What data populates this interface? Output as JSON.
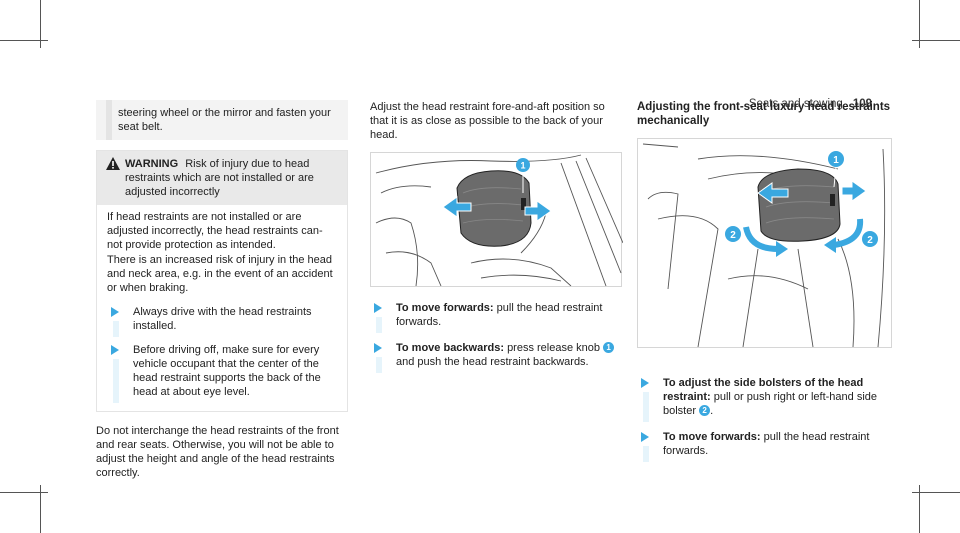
{
  "header": {
    "section": "Seats and stowing",
    "page": "109"
  },
  "col1": {
    "continued_text": "steering wheel or the mirror and fasten your seat belt.",
    "warning": {
      "title": "WARNING",
      "title_text": "Risk of injury due to head restraints which are not installed or are adjusted incorrectly",
      "body1": "If head restraints are not installed or are adjusted incorrectly, the head restraints can-not provide protection as intended.",
      "body2": "There is an increased risk of injury in the head and neck area, e.g. in the event of an accident or when braking.",
      "step1": "Always drive with the head restraints installed.",
      "step2": "Before driving off, make sure for every vehicle occupant that the center of the head restraint supports the back of the head at about eye level."
    },
    "para": "Do not interchange the head restraints of the front and rear seats. Otherwise, you will not be able to adjust the height and angle of the head restraints correctly."
  },
  "col2": {
    "intro": "Adjust the head restraint fore-and-aft position so that it is as close as possible to the back of your head.",
    "step1_bold": "To move forwards:",
    "step1_text": "pull the head restraint forwards.",
    "step2_bold": "To move backwards:",
    "step2_text_a": "press release knob",
    "step2_badge": "1",
    "step2_text_b": "and push the head restraint backwards.",
    "fig_badge": "1"
  },
  "col3": {
    "title": "Adjusting the front-seat luxury head restraints mechanically",
    "step1_bold": "To adjust the side bolsters of the head restraint:",
    "step1_text_a": "pull or push right or left-hand side bolster",
    "step1_badge": "2",
    "step1_text_b": ".",
    "step2_bold": "To move forwards:",
    "step2_text": "pull the head restraint forwards.",
    "fig_badge1": "1",
    "fig_badge2a": "2",
    "fig_badge2b": "2"
  },
  "colors": {
    "accent": "#3aa8e0",
    "warning_bg": "#e9e9e9"
  }
}
